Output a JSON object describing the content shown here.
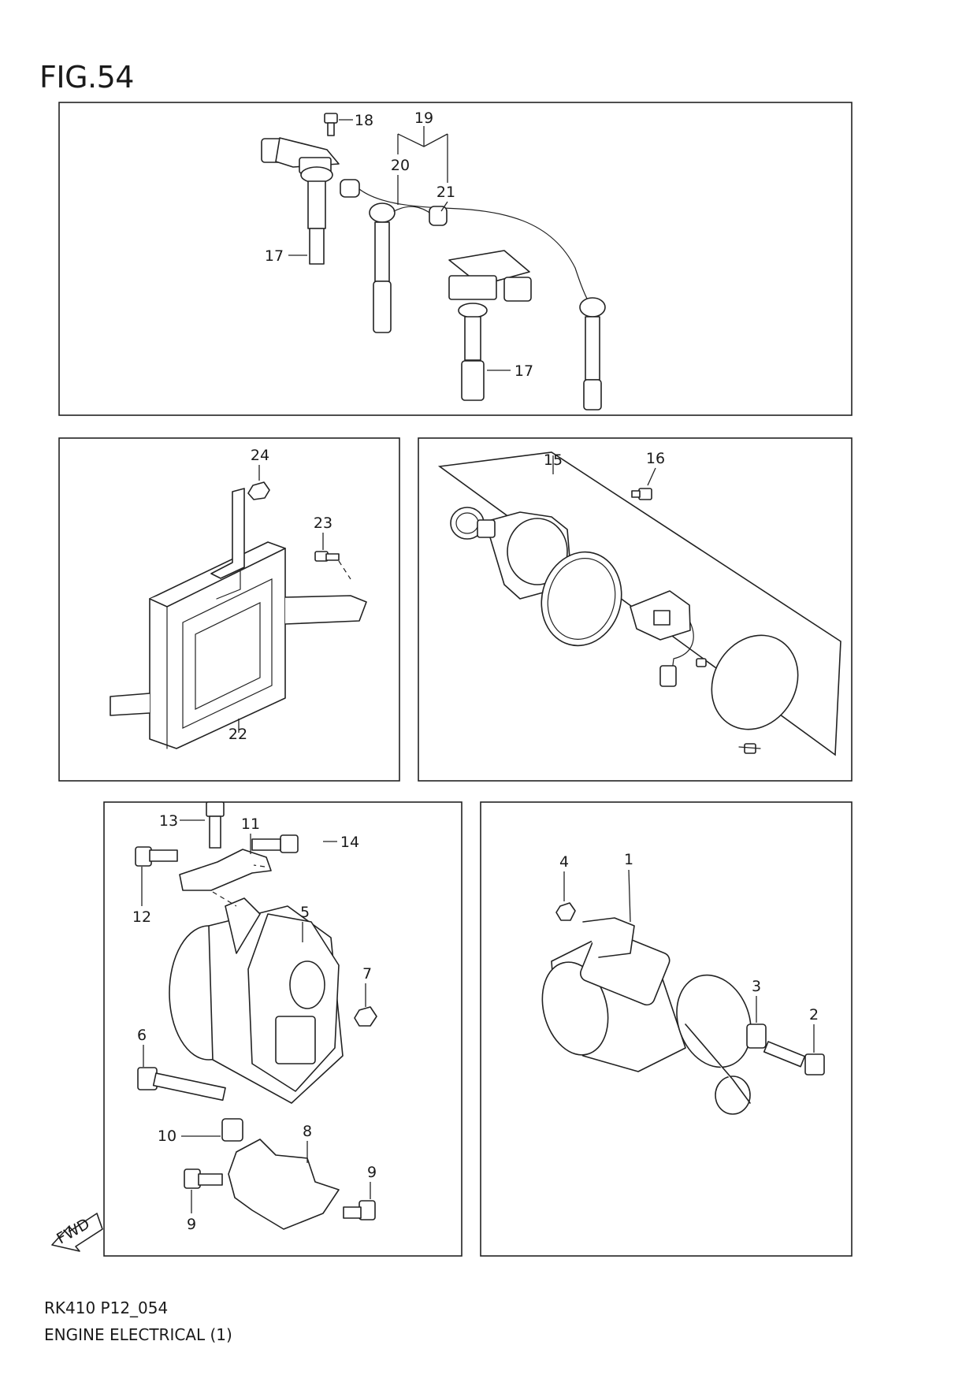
{
  "figure": {
    "title": "FIG.54",
    "code": "RK410 P12_054",
    "caption": "ENGINE ELECTRICAL (1)"
  },
  "direction_marker": "FWD",
  "callouts": {
    "c1": "1",
    "c2": "2",
    "c3": "3",
    "c4": "4",
    "c5": "5",
    "c6": "6",
    "c7": "7",
    "c8": "8",
    "c9a": "9",
    "c9b": "9",
    "c10": "10",
    "c11": "11",
    "c12": "12",
    "c13": "13",
    "c14": "14",
    "c15": "15",
    "c16": "16",
    "c17a": "17",
    "c17b": "17",
    "c18": "18",
    "c19": "19",
    "c20": "20",
    "c21": "21",
    "c22": "22",
    "c23": "23",
    "c24": "24"
  }
}
